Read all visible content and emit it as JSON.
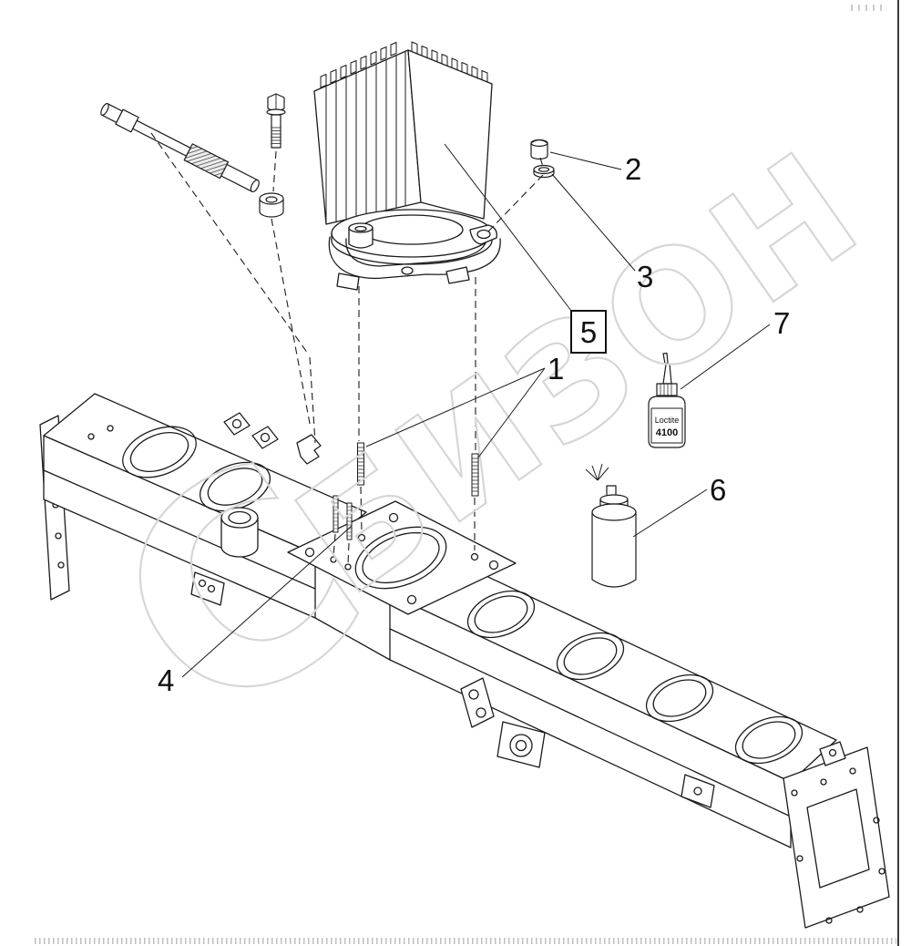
{
  "page": {
    "background_color": "#ffffff",
    "line_color": "#1b1b1b"
  },
  "watermark": {
    "word": "БИЗОН",
    "letter": "С",
    "color": "#d6d6d6"
  },
  "callouts": {
    "c1": "1",
    "c2": "2",
    "c3": "3",
    "c4": "4",
    "c5": "5",
    "c6": "6",
    "c7": "7"
  },
  "bottle_label": {
    "line1": "Loctite",
    "line2": "4100"
  }
}
